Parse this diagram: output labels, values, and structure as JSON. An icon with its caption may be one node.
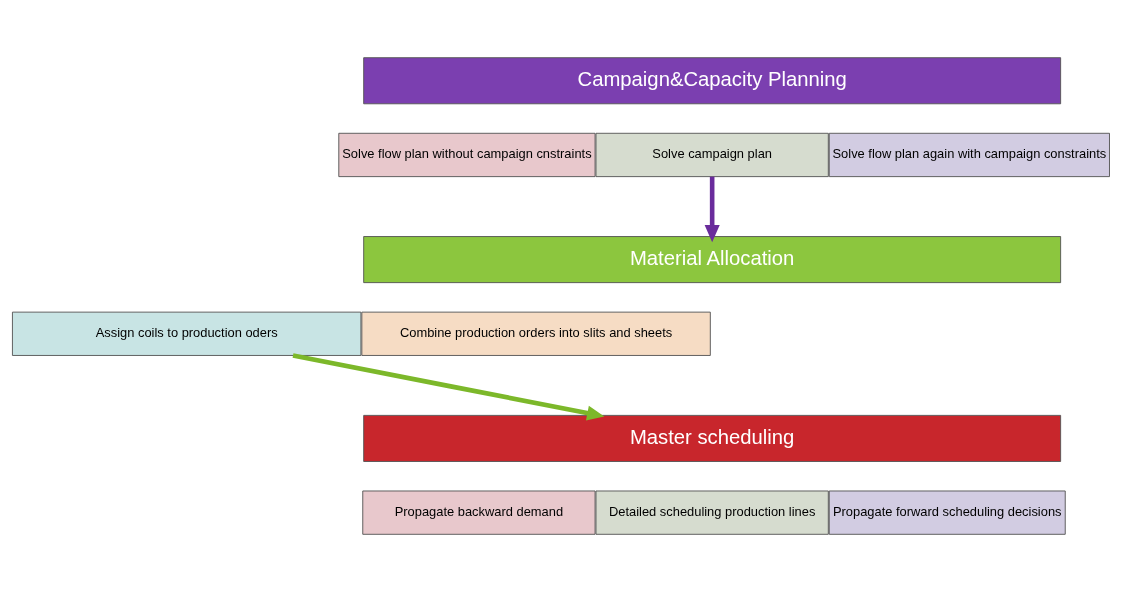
{
  "diagram": {
    "nodes": [
      {
        "text": [
          "Campaign&Capacity Planning"
        ]
      },
      {
        "text": [
          "Solve flow plan without campaign cnstraints"
        ]
      },
      {
        "text": [
          "Solve campaign plan"
        ]
      },
      {
        "text": [
          "Solve flow plan again with campaign constraints"
        ]
      },
      {
        "text": [
          "Material Allocation"
        ]
      },
      {
        "text": [
          "Assign coils to production oders"
        ]
      },
      {
        "text": [
          "Combine production orders into slits and sheets"
        ]
      },
      {
        "text": [
          "Master scheduling"
        ]
      },
      {
        "text": [
          "Propagate backward demand"
        ]
      },
      {
        "text": [
          "Detailed scheduling production lines"
        ]
      },
      {
        "text": [
          "Propagate forward scheduling decisions"
        ]
      }
    ],
    "edges": [
      {
        "from": 2,
        "to": 4,
        "arrow": "to",
        "color": "#6a2c9c"
      },
      {
        "from": 5,
        "to": 7,
        "arrow": "to",
        "color": "#7cb82a"
      }
    ]
  }
}
